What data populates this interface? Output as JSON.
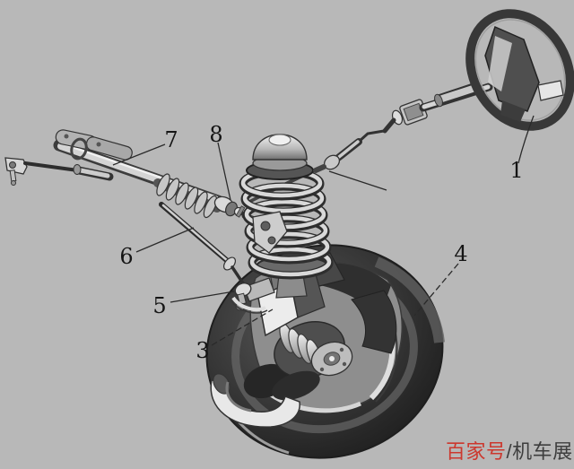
{
  "callouts": [
    {
      "label": "1"
    },
    {
      "label": "3"
    },
    {
      "label": "4"
    },
    {
      "label": "5"
    },
    {
      "label": "6"
    },
    {
      "label": "7"
    },
    {
      "label": "8"
    }
  ],
  "watermark": {
    "brand": "百家号",
    "separator": "/",
    "channel": "机车展"
  },
  "colors": {
    "background": "#b8b8b8",
    "line_art": "#2a2a2a",
    "callout_text": "#151515",
    "watermark_brand": "#cc382e",
    "watermark_channel": "#3e3e3e"
  }
}
